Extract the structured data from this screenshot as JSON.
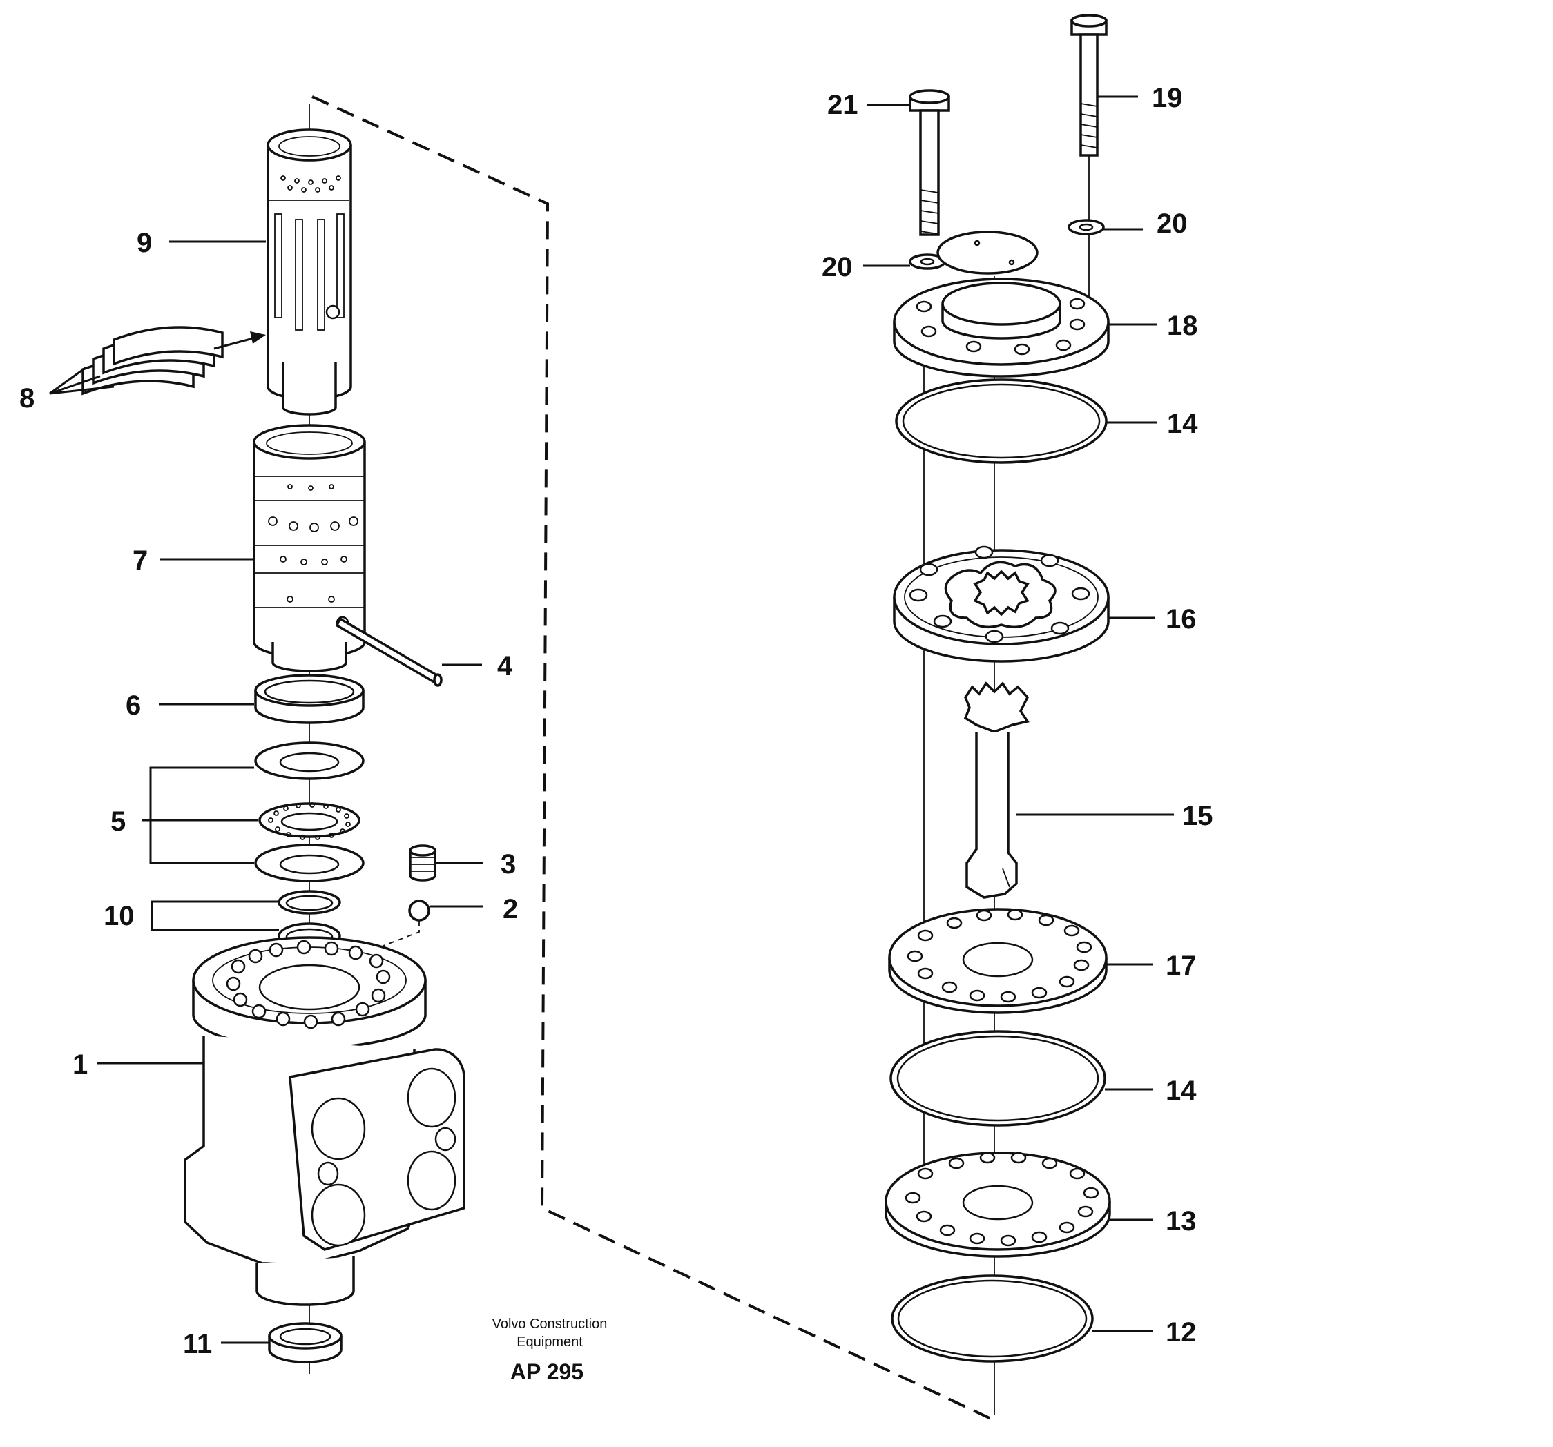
{
  "callouts": [
    {
      "id": "1",
      "text": "1"
    },
    {
      "id": "2",
      "text": "2"
    },
    {
      "id": "3",
      "text": "3"
    },
    {
      "id": "4",
      "text": "4"
    },
    {
      "id": "5",
      "text": "5"
    },
    {
      "id": "6",
      "text": "6"
    },
    {
      "id": "7",
      "text": "7"
    },
    {
      "id": "8",
      "text": "8"
    },
    {
      "id": "9",
      "text": "9"
    },
    {
      "id": "10",
      "text": "10"
    },
    {
      "id": "11",
      "text": "11"
    },
    {
      "id": "12",
      "text": "12"
    },
    {
      "id": "13",
      "text": "13"
    },
    {
      "id": "14a",
      "text": "14"
    },
    {
      "id": "14b",
      "text": "14"
    },
    {
      "id": "15",
      "text": "15"
    },
    {
      "id": "16",
      "text": "16"
    },
    {
      "id": "17",
      "text": "17"
    },
    {
      "id": "18",
      "text": "18"
    },
    {
      "id": "19",
      "text": "19"
    },
    {
      "id": "20a",
      "text": "20"
    },
    {
      "id": "20b",
      "text": "20"
    },
    {
      "id": "21",
      "text": "21"
    }
  ],
  "caption": {
    "line1": "Volvo Construction",
    "line2": "Equipment",
    "code": "AP 295"
  }
}
